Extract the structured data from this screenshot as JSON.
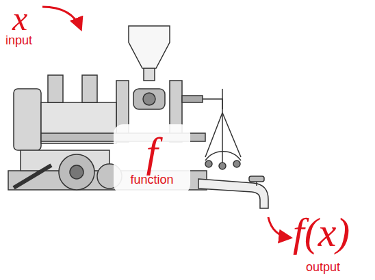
{
  "diagram": {
    "nodes": [
      {
        "text": [
          "f",
          "function"
        ]
      }
    ],
    "labels": [
      "x",
      "input",
      "f(x)",
      "output"
    ]
  }
}
